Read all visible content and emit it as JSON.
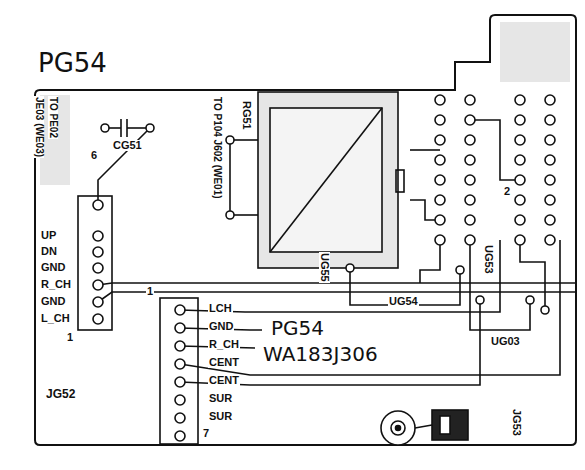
{
  "diagram": {
    "title": "PG54",
    "labels": [
      "TO PE02",
      "JE03 (WE03)",
      "TO P104 J602 (WE01)",
      "RG51",
      "CG51",
      "6",
      "UP",
      "DN",
      "GND",
      "R_CH",
      "GND",
      "L_CH",
      "1",
      "JG52",
      "LCH",
      "GND",
      "R_CH",
      "CENT",
      "CENT",
      "SUR",
      "SUR",
      "1",
      "7",
      "PG54",
      "WA183J306",
      "UG55",
      "UG54",
      "UG53",
      "UG03",
      "JG53",
      "2"
    ]
  }
}
